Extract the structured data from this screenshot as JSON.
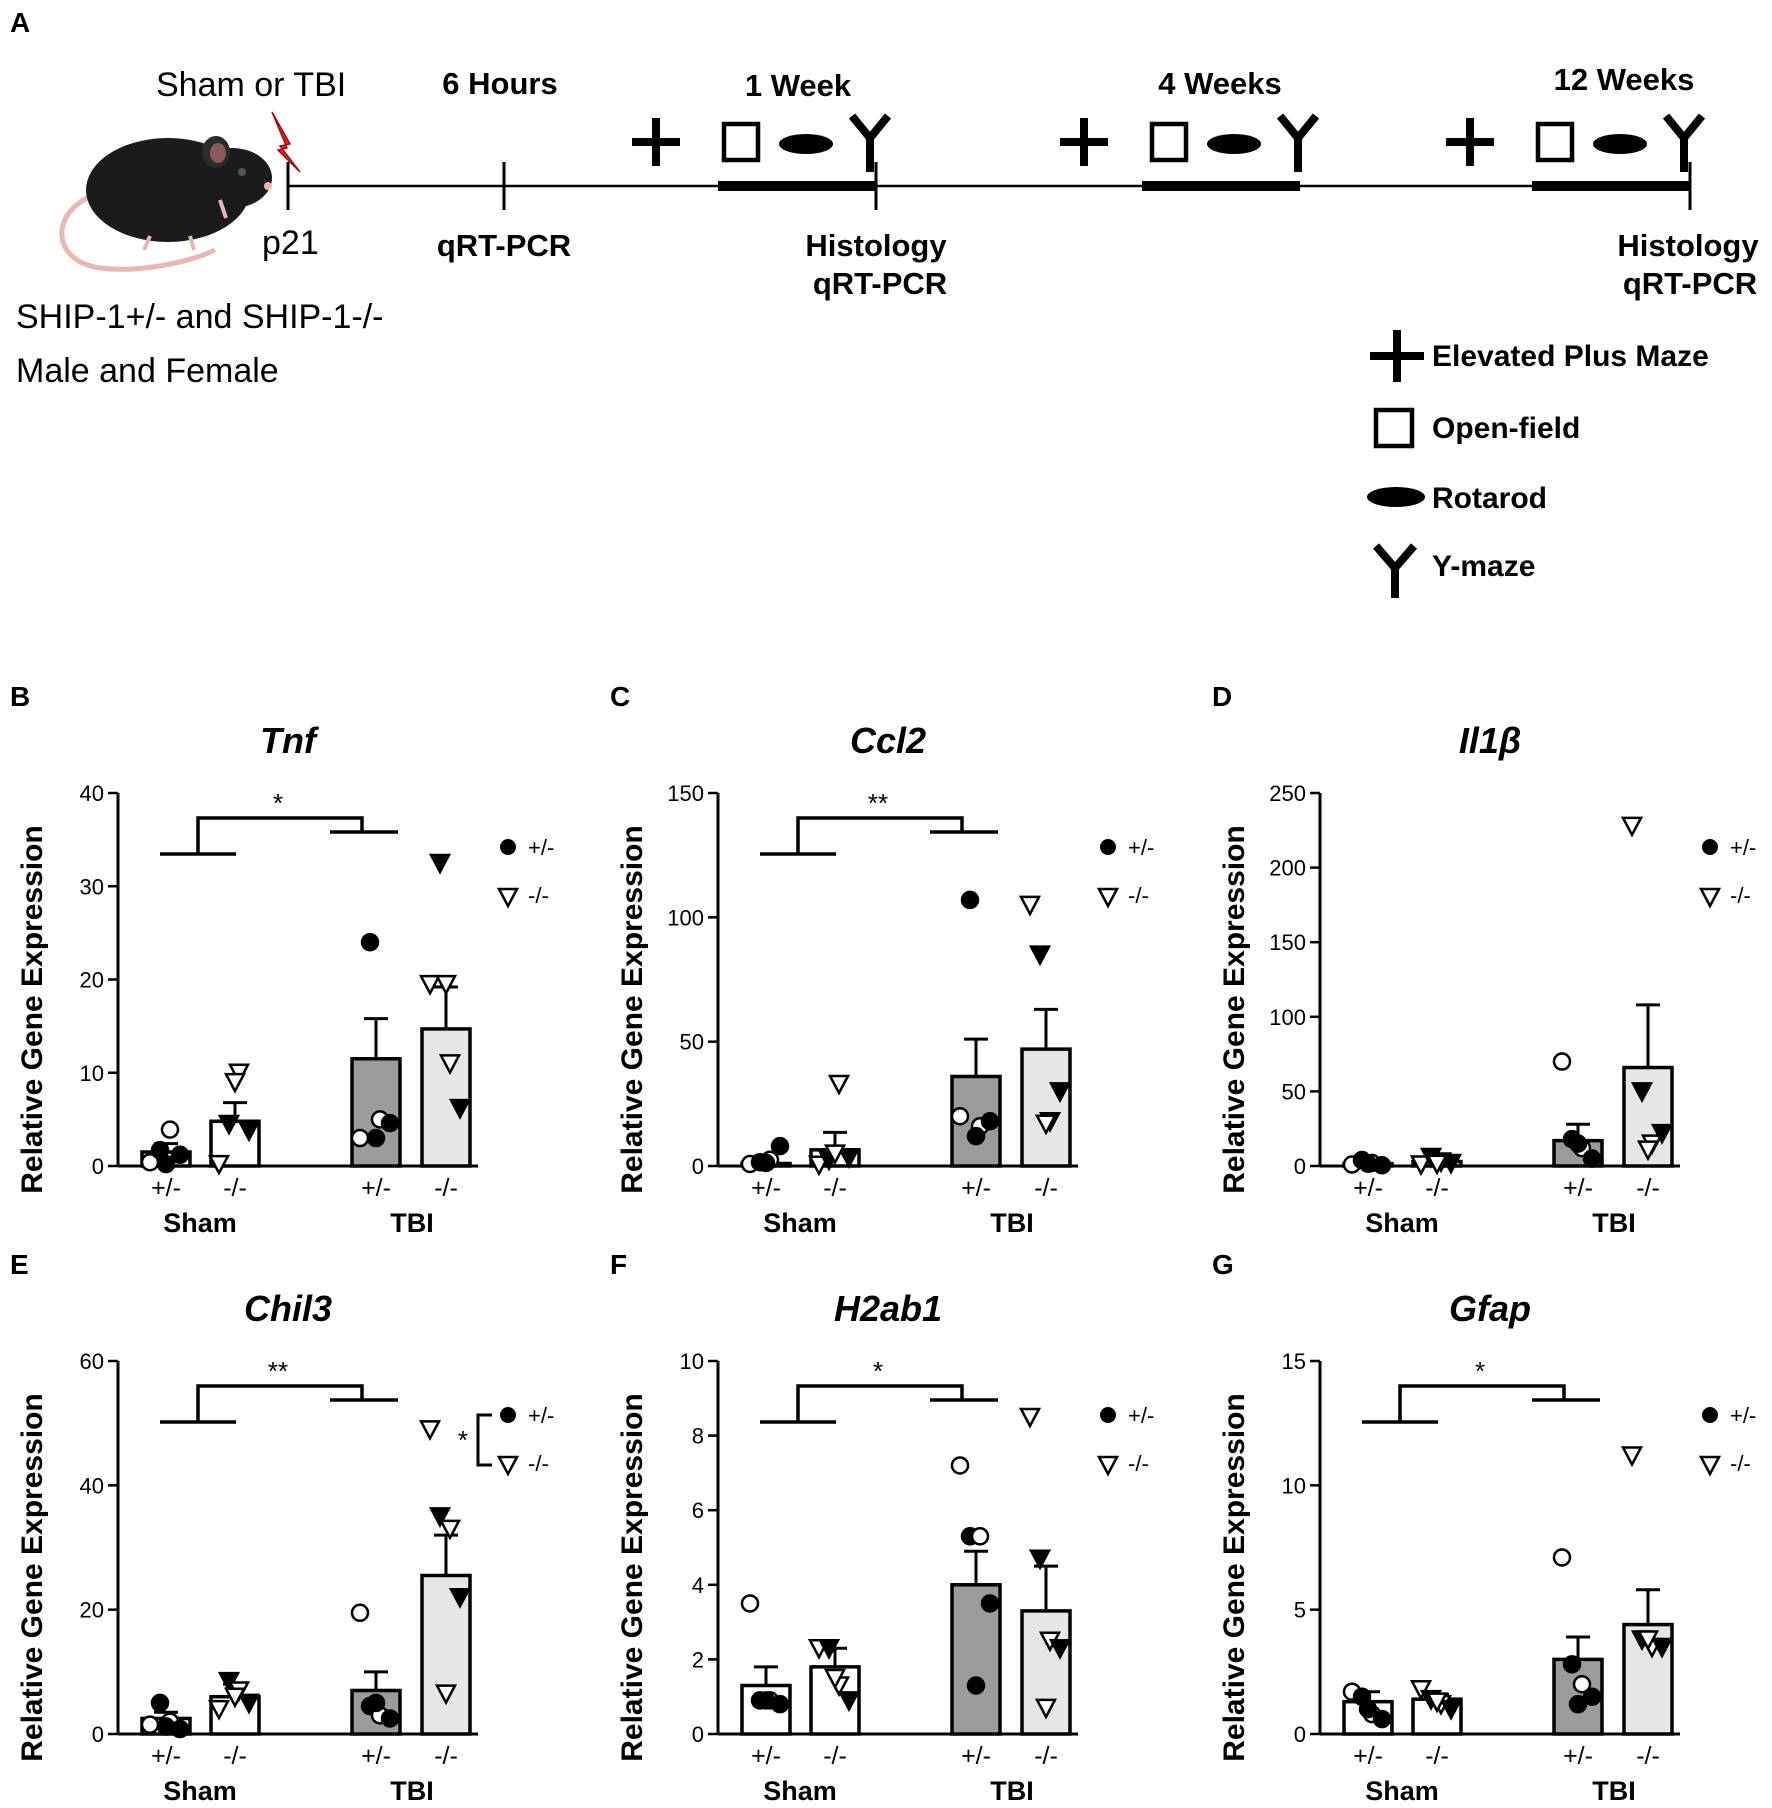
{
  "panel_a": {
    "letter": "A",
    "injury_label": "Sham or TBI",
    "age_label": "p21",
    "genotype_label": "SHIP-1+/- and SHIP-1-/-",
    "sex_label": "Male and Female",
    "timepoints": [
      {
        "label": "6 Hours",
        "assay1": "qRT-PCR",
        "assay2": ""
      },
      {
        "label": "1 Week",
        "assay1": "Histology",
        "assay2": "qRT-PCR"
      },
      {
        "label": "4 Weeks",
        "assay1": "",
        "assay2": ""
      },
      {
        "label": "12 Weeks",
        "assay1": "Histology",
        "assay2": "qRT-PCR"
      }
    ],
    "legend": [
      {
        "icon": "plus-icon",
        "label": "Elevated Plus Maze"
      },
      {
        "icon": "square-icon",
        "label": "Open-field"
      },
      {
        "icon": "ellipse-icon",
        "label": "Rotarod"
      },
      {
        "icon": "y-icon",
        "label": "Y-maze"
      }
    ],
    "bolt_color": "#e8202a"
  },
  "colors": {
    "bar_het": "#9b9b9b",
    "bar_ko": "#e6e6e6"
  },
  "chart_data": [
    {
      "letter": "B",
      "type": "bar",
      "title": "Tnf",
      "ylabel": "Relative Gene Expression",
      "ylim": [
        0,
        40
      ],
      "yticks": [
        0,
        10,
        20,
        30,
        40
      ],
      "categories": [
        "+/-",
        "-/-",
        "+/-",
        "-/-"
      ],
      "groups": [
        "Sham",
        "TBI"
      ],
      "values": [
        1.5,
        4.8,
        11.5,
        14.7
      ],
      "errors": [
        0.9,
        2.0,
        4.3,
        4.5
      ],
      "points": [
        [
          0.4,
          1.7,
          3.9,
          1.2,
          0.2
        ],
        [
          0.2,
          4.5,
          10.0,
          3.8,
          9.0
        ],
        [
          3.0,
          24.0,
          5.0,
          4.6,
          3.0
        ],
        [
          19.5,
          32.5,
          11.0,
          6.2,
          19.5
        ]
      ],
      "significance": "*",
      "legend": [
        "+/-",
        "-/-"
      ]
    },
    {
      "letter": "C",
      "type": "bar",
      "title": "Ccl2",
      "ylabel": "Relative Gene Expression",
      "ylim": [
        0,
        150
      ],
      "yticks": [
        0,
        50,
        100,
        150
      ],
      "categories": [
        "+/-",
        "-/-",
        "+/-",
        "-/-"
      ],
      "groups": [
        "Sham",
        "TBI"
      ],
      "values": [
        1.0,
        6.5,
        36.0,
        47.0
      ],
      "errors": [
        3.0,
        7.0,
        15.0,
        16.0
      ],
      "points": [
        [
          0.8,
          1.5,
          2.5,
          8.0,
          1.2
        ],
        [
          0.5,
          2.5,
          33.0,
          3.5,
          5.0
        ],
        [
          20.0,
          107.0,
          16.0,
          18.0,
          12.0
        ],
        [
          105.0,
          85.0,
          18.0,
          30.0,
          17.0
        ]
      ],
      "significance": "**",
      "legend": [
        "+/-",
        "-/-"
      ]
    },
    {
      "letter": "D",
      "type": "bar",
      "title": "Il1β",
      "ylabel": "Relative Gene Expression",
      "ylim": [
        0,
        250
      ],
      "yticks": [
        0,
        50,
        100,
        150,
        200,
        250
      ],
      "categories": [
        "+/-",
        "-/-",
        "+/-",
        "-/-"
      ],
      "groups": [
        "Sham",
        "TBI"
      ],
      "values": [
        1.5,
        3.0,
        17.0,
        66.0
      ],
      "errors": [
        2.0,
        3.0,
        11.0,
        42.0
      ],
      "points": [
        [
          1.0,
          4.0,
          2.0,
          0.5,
          1.5
        ],
        [
          1.0,
          6.0,
          3.0,
          2.0,
          1.5
        ],
        [
          70.0,
          18.0,
          12.0,
          5.0,
          15.0
        ],
        [
          228.0,
          50.0,
          15.0,
          22.0,
          11.0
        ]
      ],
      "significance": "",
      "legend": [
        "+/-",
        "-/-"
      ]
    },
    {
      "letter": "E",
      "type": "bar",
      "title": "Chil3",
      "ylabel": "Relative Gene Expression",
      "ylim": [
        0,
        60
      ],
      "yticks": [
        0,
        20,
        40,
        60
      ],
      "categories": [
        "+/-",
        "-/-",
        "+/-",
        "-/-"
      ],
      "groups": [
        "Sham",
        "TBI"
      ],
      "values": [
        2.5,
        6.0,
        7.0,
        25.5
      ],
      "errors": [
        1.0,
        2.0,
        3.0,
        6.5
      ],
      "points": [
        [
          1.5,
          5.0,
          2.0,
          0.8,
          1.2
        ],
        [
          4.0,
          8.5,
          7.0,
          5.0,
          6.0
        ],
        [
          19.5,
          4.5,
          3.0,
          2.5,
          5.0
        ],
        [
          49.0,
          35.0,
          33.0,
          22.0,
          6.5
        ]
      ],
      "significance": "**",
      "side_significance": "*",
      "legend": [
        "+/-",
        "-/-"
      ]
    },
    {
      "letter": "F",
      "type": "bar",
      "title": "H2ab1",
      "ylabel": "Relative Gene Expression",
      "ylim": [
        0,
        10
      ],
      "yticks": [
        0,
        2,
        4,
        6,
        8,
        10
      ],
      "categories": [
        "+/-",
        "-/-",
        "+/-",
        "-/-"
      ],
      "groups": [
        "Sham",
        "TBI"
      ],
      "values": [
        1.3,
        1.8,
        4.0,
        3.3
      ],
      "errors": [
        0.5,
        0.5,
        0.9,
        1.2
      ],
      "points": [
        [
          3.5,
          0.9,
          0.9,
          0.8,
          0.9
        ],
        [
          2.3,
          2.3,
          1.3,
          0.9,
          1.5
        ],
        [
          7.2,
          5.3,
          5.3,
          3.5,
          1.3
        ],
        [
          8.5,
          4.7,
          2.5,
          2.3,
          0.7
        ]
      ],
      "significance": "*",
      "legend": [
        "+/-",
        "-/-"
      ]
    },
    {
      "letter": "G",
      "type": "bar",
      "title": "Gfap",
      "ylabel": "Relative Gene Expression",
      "ylim": [
        0,
        15
      ],
      "yticks": [
        0,
        5,
        10,
        15
      ],
      "categories": [
        "+/-",
        "-/-",
        "+/-",
        "-/-"
      ],
      "groups": [
        "Sham",
        "TBI"
      ],
      "values": [
        1.3,
        1.4,
        3.0,
        4.4
      ],
      "errors": [
        0.4,
        0.2,
        0.9,
        1.4
      ],
      "points": [
        [
          1.7,
          1.5,
          0.8,
          0.6,
          1.0
        ],
        [
          1.8,
          1.4,
          1.2,
          1.0,
          1.3
        ],
        [
          7.1,
          2.8,
          2.0,
          1.5,
          1.2
        ],
        [
          11.2,
          3.8,
          3.5,
          3.5,
          3.8
        ]
      ],
      "significance": "*",
      "legend": [
        "+/-",
        "-/-"
      ]
    }
  ]
}
